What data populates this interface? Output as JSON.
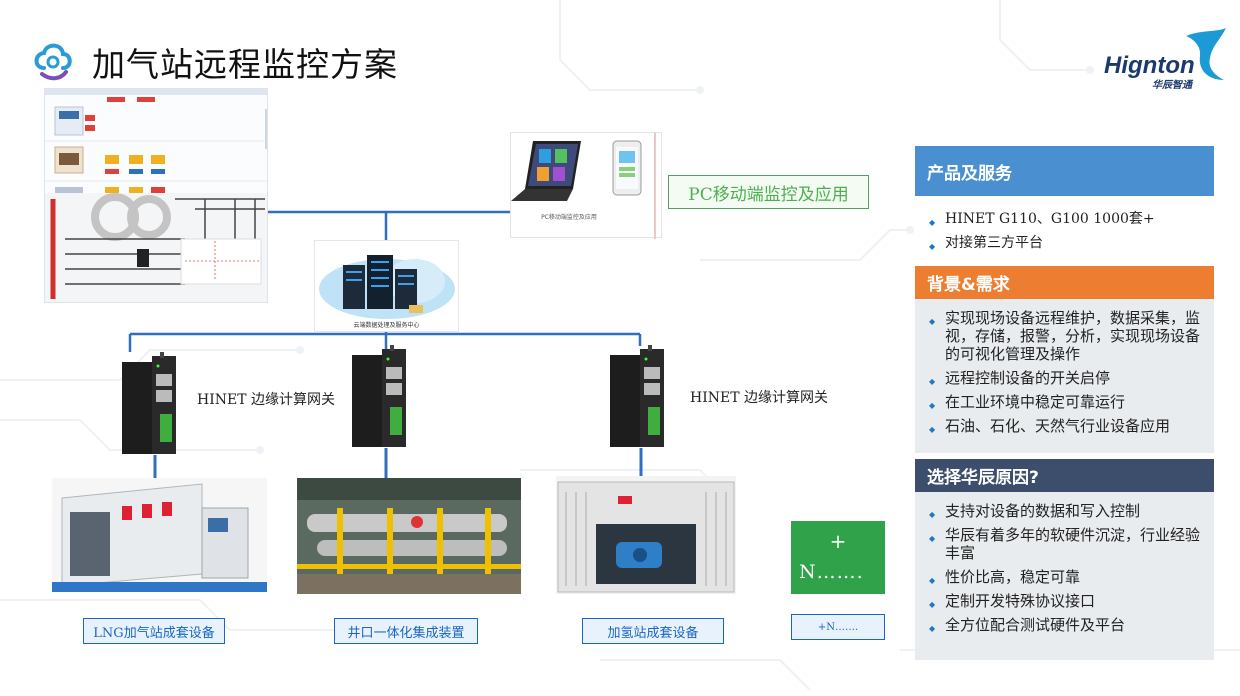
{
  "page": {
    "title": "加气站远程监控方案"
  },
  "logo": {
    "main": "Hignton",
    "sub": "华辰智通"
  },
  "diagram": {
    "pc_mobile_label": "PC移动端监控及应用",
    "laptop_caption": "PC移动端监控及应用",
    "cloud_caption": "云端数据处理及服务中心",
    "gateway_label_1": "HINET 边缘计算网关",
    "gateway_label_2": "HINET 边缘计算网关",
    "equipment": [
      {
        "label": "LNG加气站成套设备"
      },
      {
        "label": "井口一体化集成装置"
      },
      {
        "label": "加氢站成套设备"
      }
    ],
    "more_box": {
      "plus": "+",
      "text": "N…….",
      "label": "+N……."
    }
  },
  "panels": {
    "products": {
      "heading": "产品及服务",
      "items": [
        "HINET G110、G100  1000套+",
        "对接第三方平台"
      ]
    },
    "background": {
      "heading": "背景&需求",
      "items": [
        "实现现场设备远程维护，数据采集，监视，存储，报警，分析，实现现场设备的可视化管理及操作",
        "远程控制设备的开关启停",
        "在工业环境中稳定可靠运行",
        "石油、石化、天然气行业设备应用"
      ]
    },
    "why": {
      "heading": "选择华辰原因?",
      "items": [
        "支持对设备的数据和写入控制",
        "华辰有着多年的软硬件沉淀，行业经验丰富",
        "性价比高，稳定可靠",
        "定制开发特殊协议接口",
        "全方位配合测试硬件及平台"
      ]
    }
  },
  "colors": {
    "accent_blue": "#4a90d0",
    "accent_orange": "#ed7d31",
    "accent_navy": "#3d4e6c",
    "line_blue": "#2f6fbe",
    "green": "#2fa24a"
  }
}
